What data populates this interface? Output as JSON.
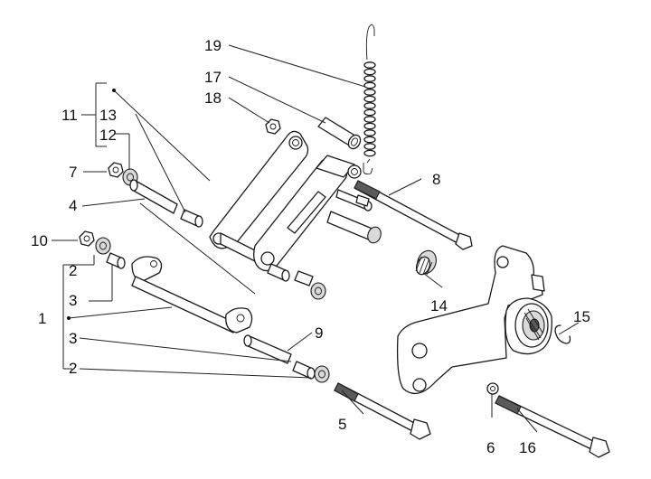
{
  "callouts": {
    "c1": "1",
    "c2a": "2",
    "c2b": "2",
    "c3a": "3",
    "c3b": "3",
    "c4": "4",
    "c5": "5",
    "c6": "6",
    "c7": "7",
    "c8": "8",
    "c9": "9",
    "c10": "10",
    "c11": "11",
    "c12": "12",
    "c13": "13",
    "c14": "14",
    "c15": "15",
    "c16": "16",
    "c17": "17",
    "c18": "18",
    "c19": "19"
  }
}
